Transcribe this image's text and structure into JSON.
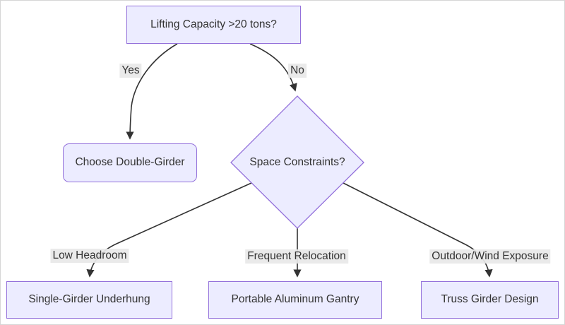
{
  "diagram": {
    "type": "flowchart",
    "direction": "top-down",
    "nodes": {
      "lifting_capacity": {
        "label": "Lifting Capacity >20 tons?",
        "shape": "rect",
        "role": "decision"
      },
      "choose_double_girder": {
        "label": "Choose Double-Girder",
        "shape": "rounded-rect",
        "role": "result"
      },
      "space_constraints": {
        "label": "Space Constraints?",
        "shape": "diamond",
        "role": "decision"
      },
      "single_girder_underhung": {
        "label": "Single-Girder Underhung",
        "shape": "rect",
        "role": "result"
      },
      "portable_aluminum_gantry": {
        "label": "Portable Aluminum Gantry",
        "shape": "rect",
        "role": "result"
      },
      "truss_girder_design": {
        "label": "Truss Girder Design",
        "shape": "rect",
        "role": "result"
      }
    },
    "edges": [
      {
        "from": "lifting_capacity",
        "to": "choose_double_girder",
        "label": "Yes"
      },
      {
        "from": "lifting_capacity",
        "to": "space_constraints",
        "label": "No"
      },
      {
        "from": "space_constraints",
        "to": "single_girder_underhung",
        "label": "Low Headroom"
      },
      {
        "from": "space_constraints",
        "to": "portable_aluminum_gantry",
        "label": "Frequent Relocation"
      },
      {
        "from": "space_constraints",
        "to": "truss_girder_design",
        "label": "Outdoor/Wind Exposure"
      }
    ],
    "colors": {
      "node_fill": "#ECECFF",
      "node_border": "#9370DB",
      "edge_line": "#333333",
      "edge_label_bg": "#e8e8e8",
      "text": "#333333",
      "background": "#ffffff"
    }
  }
}
